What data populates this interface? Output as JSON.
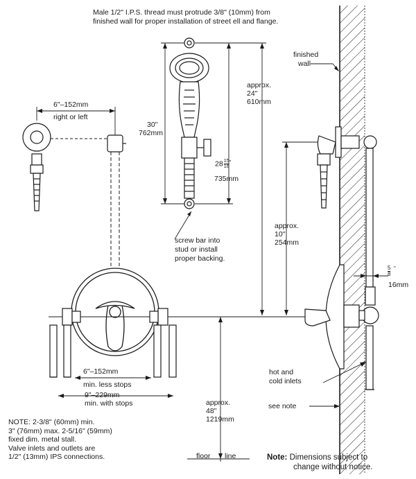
{
  "labels": {
    "top_note_line1": "Male 1/2\" I.P.S. thread must protrude 3/8\" (10mm) from",
    "top_note_line2": "finished wall for proper installation of street ell and flange.",
    "finished_wall_1": "finished",
    "finished_wall_2": "wall",
    "offset_1": "6\"–152mm",
    "offset_2": "right or left",
    "approx24_1": "approx.",
    "approx24_2": "24\"",
    "approx24_3": "610mm",
    "bar30_1": "30\"",
    "bar30_2": "762mm",
    "bar28_whole": "28",
    "bar28_num": "15",
    "bar28_den": "16",
    "bar28_unit": "\"",
    "bar28_mm": "735mm",
    "approx10_1": "approx.",
    "approx10_2": "10\"",
    "approx10_3": "254mm",
    "screw_1": "screw bar into",
    "screw_2": "stud or install",
    "screw_3": "proper backing.",
    "flange_num": "5",
    "flange_den": "8",
    "flange_unit": "\"",
    "flange_mm": "16mm",
    "less_stops_1": "6\"–152mm",
    "less_stops_2": "min. less stops",
    "with_stops_1": "9\"–229mm",
    "with_stops_2": "min. with stops",
    "hot_cold_1": "hot and",
    "hot_cold_2": "cold inlets",
    "see_note": "see note",
    "approx48_1": "approx.",
    "approx48_2": "48\"",
    "approx48_3": "1219mm",
    "floor_line_1": "floor",
    "floor_line_2": "line"
  },
  "notes": {
    "bottom_left": [
      "NOTE: 2-3/8\" (60mm) min.",
      "3\" (76mm) max. 2-5/16\" (59mm)",
      "fixed dim. metal stall.",
      "Valve inlets and outlets are",
      "1/2\" (13mm) IPS connections."
    ],
    "bottom_right_bold": "Note:",
    "bottom_right_1": "Dimensions subject to",
    "bottom_right_2": "change without notice."
  },
  "colors": {
    "line": "#1a1a1a",
    "fill": "#ffffff"
  }
}
